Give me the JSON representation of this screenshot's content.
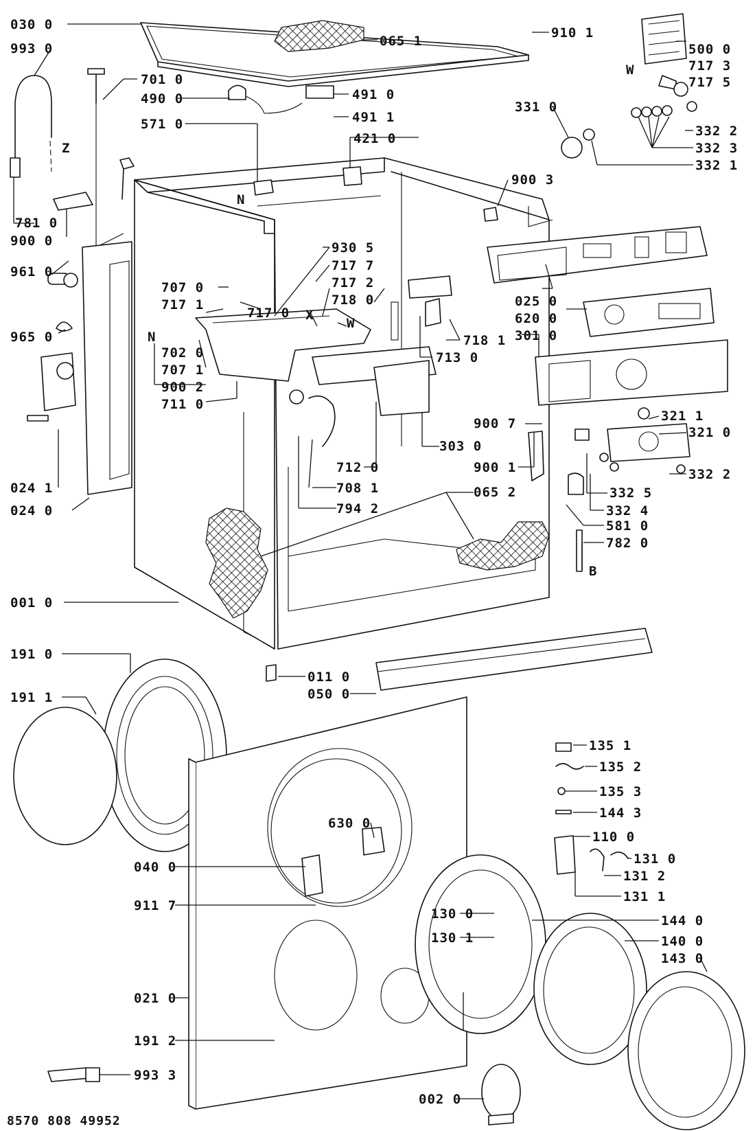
{
  "labels": {
    "l0300": "030 0",
    "l9930": "993 0",
    "l0651": "065 1",
    "l9101": "910 1",
    "l5000": "500 0",
    "l7173": "717 3",
    "l7175": "717 5",
    "lW1": "W",
    "l7010": "701 0",
    "l4900": "490 0",
    "l4910": "491 0",
    "l4911": "491 1",
    "l5710": "571 0",
    "l4210": "421 0",
    "l3310": "331 0",
    "l3322a": "332 2",
    "l3323": "332 3",
    "l3321": "332 1",
    "lZ": "Z",
    "lN1": "N",
    "l9003": "900 3",
    "l7810": "781 0",
    "l9000": "900 0",
    "l9305": "930 5",
    "l9610": "961 0",
    "l7177": "717 7",
    "l7172": "717 2",
    "l7070": "707 0",
    "l7180": "718 0",
    "l7171": "717 1",
    "l7170": "717 0",
    "lX": "X",
    "lW2": "W",
    "l0250": "025 0",
    "l6200": "620 0",
    "lN2": "N",
    "l9650": "965 0",
    "l7020": "702 0",
    "l7071": "707 1",
    "l9002": "900 2",
    "l7110": "711 0",
    "l7181": "718 1",
    "l7130": "713 0",
    "l3010": "301 0",
    "l3211": "321 1",
    "l3210": "321 0",
    "l9007": "900 7",
    "l3030": "303 0",
    "l7120": "712 0",
    "l9001": "900 1",
    "l3322b": "332 2",
    "l0241": "024 1",
    "l7081": "708 1",
    "l3325": "332 5",
    "l0652": "065 2",
    "l0240": "024 0",
    "l7942": "794 2",
    "l3324": "332 4",
    "l5810": "581 0",
    "l7820": "782 0",
    "lB": "B",
    "l0010": "001 0",
    "l1910": "191 0",
    "l0110": "011 0",
    "l0500": "050 0",
    "l1911": "191 1",
    "l1351": "135 1",
    "l1352": "135 2",
    "l1353": "135 3",
    "l1443": "144 3",
    "l6300": "630 0",
    "l1100": "110 0",
    "l0400": "040 0",
    "l1310": "131 0",
    "l1312": "131 2",
    "l1311": "131 1",
    "l9117": "911 7",
    "l1300": "130 0",
    "l1440": "144 0",
    "l1301": "130 1",
    "l1400": "140 0",
    "l1430": "143 0",
    "l0210": "021 0",
    "l1912": "191 2",
    "l9933": "993 3",
    "l0020": "002 0"
  },
  "footer": "8570 808 49952"
}
